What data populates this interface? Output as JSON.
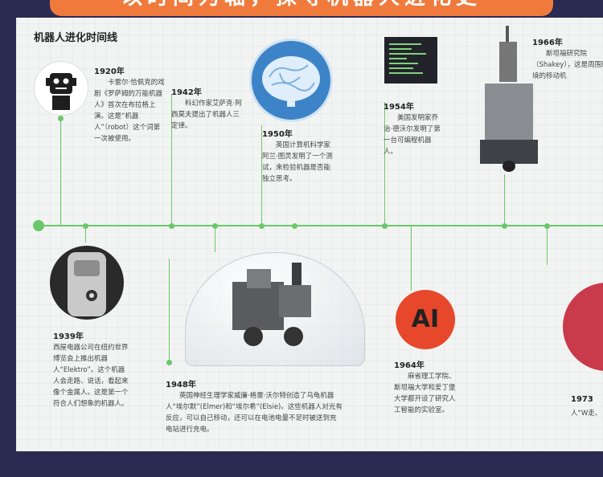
{
  "banner": {
    "title": "以时间为轴，探寻机器人进化史"
  },
  "page": {
    "title": "机器人进化时间线"
  },
  "events": [
    {
      "year": "1920年",
      "text": "卡雷尔·恰佩克的戏剧《罗萨姆的万能机器人》首次在布拉格上演。这是“机器人”（robot）这个词第一次被使用。"
    },
    {
      "year": "1942年",
      "text": "科幻作家艾萨克·阿西莫夫提出了机器人三定律。"
    },
    {
      "year": "1950年",
      "text": "英国计算机科学家阿兰·图灵发明了一个测试，来检验机器是否能独立思考。"
    },
    {
      "year": "1954年",
      "text": "美国发明家乔治·德沃尔发明了第一台可编程机器人。"
    },
    {
      "year": "1966年",
      "text": "斯坦福研究院（Shakey），这是周围环境的移动机"
    },
    {
      "year": "1939年",
      "text": "西屋电器公司在纽约世界博览会上推出机器人“Elektro”。这个机器人会走路、说话，看起来像个金属人。这是第一个符合人们想象的机器人。"
    },
    {
      "year": "1948年",
      "text": "英国神经生理学家威廉·格雷·沃尔特创造了乌龟机器人“埃尔默”(Elmer)和“埃尔希”(Elsie)。这些机器人对光有反应，可以自己移动，还可以在电池电量不足时被送到充电站进行充电。"
    },
    {
      "year": "1964年",
      "text": "麻省理工学院、斯坦福大学和爱丁堡大学都开设了研究人工智能的实验室。"
    },
    {
      "year": "1973",
      "text": "人“W走、"
    }
  ],
  "ai_badge": "AI",
  "colors": {
    "accent": "#f07a3c",
    "timeline": "#6cc76a",
    "ai": "#e7472a",
    "frame": "#2b2a52"
  }
}
